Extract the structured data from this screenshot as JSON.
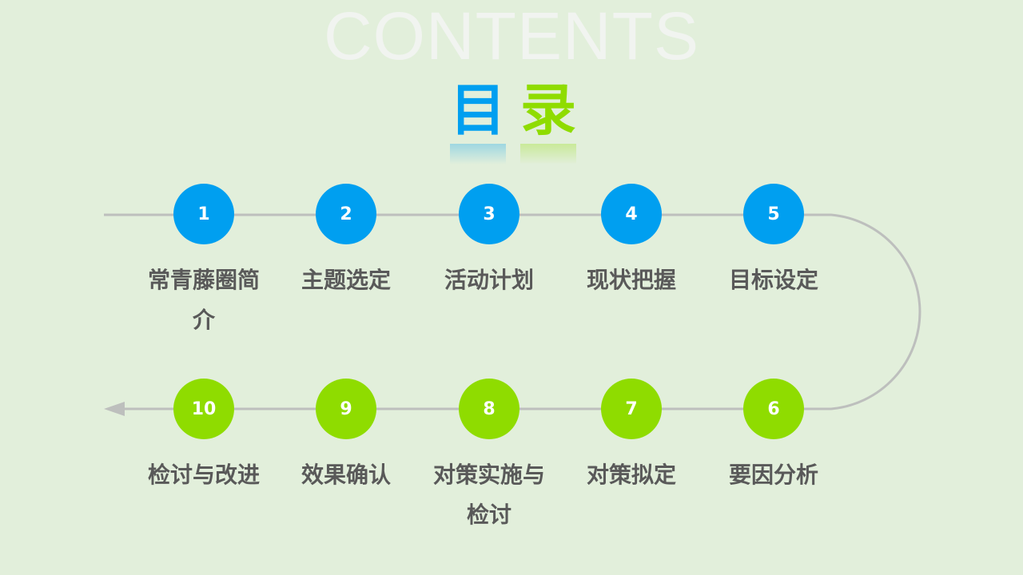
{
  "header": {
    "bg_word": "CONTENTS",
    "title_char1": "目",
    "title_char2": "录"
  },
  "colors": {
    "blue": "#009ff0",
    "green": "#8fdc00",
    "background": "#e2efdb",
    "text": "#595959"
  },
  "steps": [
    {
      "num": "1",
      "label": "常青藤圈简介"
    },
    {
      "num": "2",
      "label": "主题选定"
    },
    {
      "num": "3",
      "label": "活动计划"
    },
    {
      "num": "4",
      "label": "现状把握"
    },
    {
      "num": "5",
      "label": "目标设定"
    },
    {
      "num": "6",
      "label": "要因分析"
    },
    {
      "num": "7",
      "label": "对策拟定"
    },
    {
      "num": "8",
      "label": "对策实施与检讨"
    },
    {
      "num": "9",
      "label": "效果确认"
    },
    {
      "num": "10",
      "label": "检讨与改进"
    }
  ]
}
